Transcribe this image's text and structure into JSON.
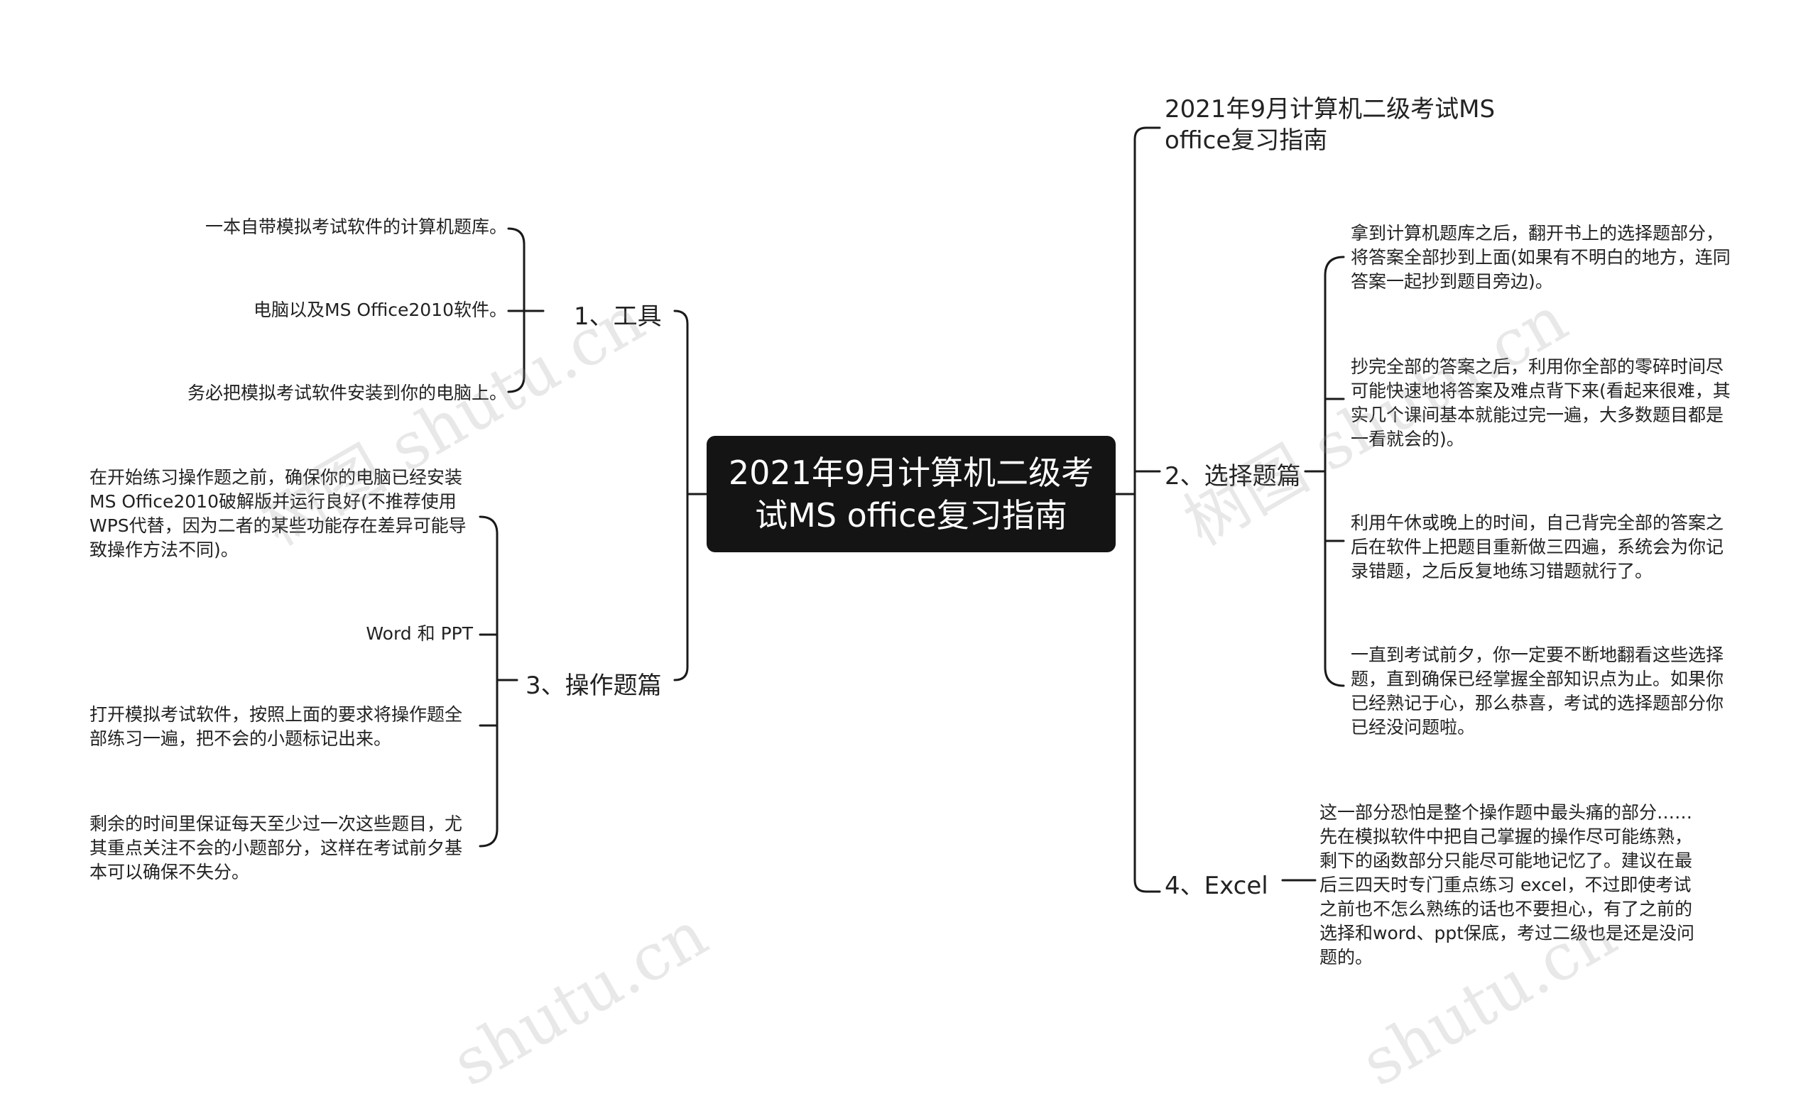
{
  "root": {
    "title_line1": "2021年9月计算机二级考",
    "title_line2": "试MS office复习指南"
  },
  "right": {
    "title_note": {
      "line1": "2021年9月计算机二级考试MS",
      "line2": "office复习指南"
    },
    "choice": {
      "label": "2、选择题篇",
      "items": [
        "拿到计算机题库之后，翻开书上的选择题部分，将答案全部抄到上面(如果有不明白的地方，连同答案一起抄到题目旁边)。",
        "抄完全部的答案之后，利用你全部的零碎时间尽可能快速地将答案及难点背下来(看起来很难，其实几个课间基本就能过完一遍，大多数题目都是一看就会的)。",
        "利用午休或晚上的时间，自己背完全部的答案之后在软件上把题目重新做三四遍，系统会为你记录错题，之后反复地练习错题就行了。",
        "一直到考试前夕，你一定要不断地翻看这些选择题，直到确保已经掌握全部知识点为止。如果你已经熟记于心，那么恭喜，考试的选择题部分你已经没问题啦。"
      ]
    },
    "excel": {
      "label": "4、Excel",
      "text": "这一部分恐怕是整个操作题中最头痛的部分……先在模拟软件中把自己掌握的操作尽可能练熟，剩下的函数部分只能尽可能地记忆了。建议在最后三四天时专门重点练习 excel，不过即使考试之前也不怎么熟练的话也不要担心，有了之前的选择和word、ppt保底，考过二级也是还是没问题的。"
    }
  },
  "left": {
    "tools": {
      "label": "1、工具",
      "items": [
        "一本自带模拟考试软件的计算机题库。",
        "电脑以及MS Office2010软件。",
        "务必把模拟考试软件安装到你的电脑上。"
      ]
    },
    "operation": {
      "label": "3、操作题篇",
      "items": [
        "在开始练习操作题之前，确保你的电脑已经安装MS Office2010破解版并运行良好(不推荐使用WPS代替，因为二者的某些功能存在差异可能导致操作方法不同)。",
        "Word 和 PPT",
        "打开模拟考试软件，按照上面的要求将操作题全部练习一遍，把不会的小题标记出来。",
        "剩余的时间里保证每天至少过一次这些题目，尤其重点关注不会的小题部分，这样在考试前夕基本可以确保不失分。"
      ]
    }
  },
  "watermark": {
    "text1": "树图 shutu.cn",
    "text2": "树图 shutu.cn",
    "text3": "shutu.cn",
    "text4": "shutu.cn"
  },
  "colors": {
    "line": "#1a1a1a",
    "root_bg": "#141414",
    "root_text": "#ffffff"
  }
}
